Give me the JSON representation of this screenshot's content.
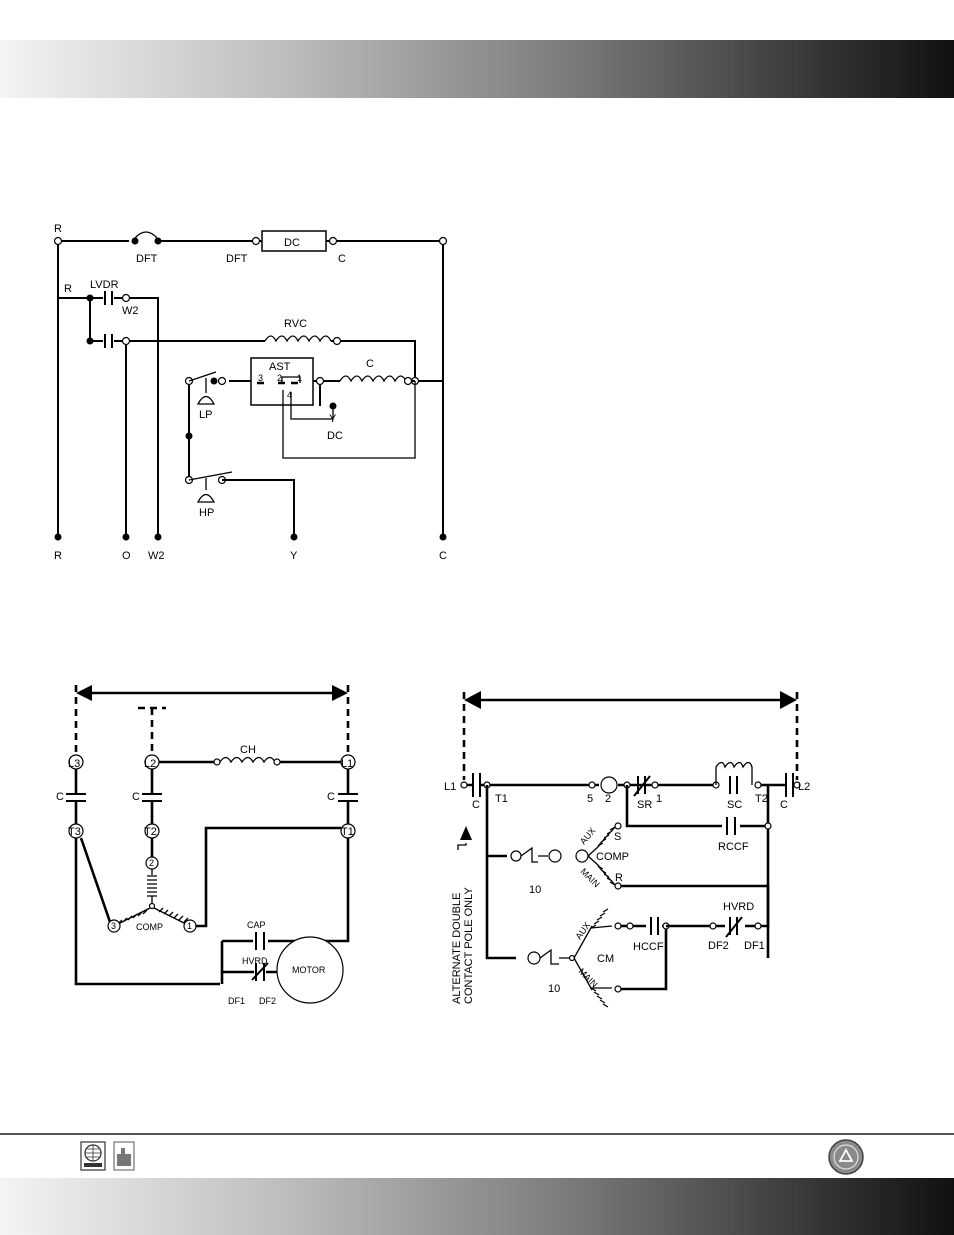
{
  "colors": {
    "band_light": "#f4f4f4",
    "band_dark": "#111111",
    "ink": "#000000"
  },
  "control_diagram": {
    "r_top": "R",
    "dft_top": "DFT",
    "dft_mid": "DFT",
    "dc_box": "DC",
    "c_top": "C",
    "r_mid": "R",
    "lvdr": "LVDR",
    "w2_top": "W2",
    "rvc": "RVC",
    "ast": "AST",
    "ast_pins": [
      "3",
      "2",
      "1",
      "4"
    ],
    "c_coil": "C",
    "lp": "LP",
    "y_mid": "Y",
    "dc_low": "DC",
    "hp": "HP",
    "bottom": [
      "R",
      "O",
      "W2",
      "Y",
      "C"
    ]
  },
  "three_phase": {
    "terminals_top": [
      "L3",
      "L2",
      "L1"
    ],
    "contacts": [
      "C",
      "C",
      "C"
    ],
    "terminals_bottom": [
      "T3",
      "T2",
      "T1"
    ],
    "ch": "CH",
    "windings": [
      "2",
      "3",
      "1"
    ],
    "comp": "COMP",
    "cap": "CAP",
    "hvrd": "HVRD",
    "df1": "DF1",
    "df2": "DF2",
    "motor": "MOTOR"
  },
  "single_phase": {
    "l1": "L1",
    "l2": "L2",
    "c_left": "C",
    "t1": "T1",
    "n5": "5",
    "n2": "2",
    "sr": "SR",
    "n1": "1",
    "sc": "SC",
    "t2": "T2",
    "c_right": "C",
    "aux1": "AUX",
    "s": "S",
    "comp": "COMP",
    "rccf": "RCCF",
    "main1": "MAIN",
    "r": "R",
    "ten1": "10",
    "aux2": "AUX",
    "cm": "CM",
    "hccf": "HCCF",
    "hvrd": "HVRD",
    "df2": "DF2",
    "df1": "DF1",
    "main2": "MAIN",
    "ten2": "10",
    "note_line1": "ALTERNATE DOUBLE",
    "note_line2": "CONTACT POLE ONLY"
  }
}
